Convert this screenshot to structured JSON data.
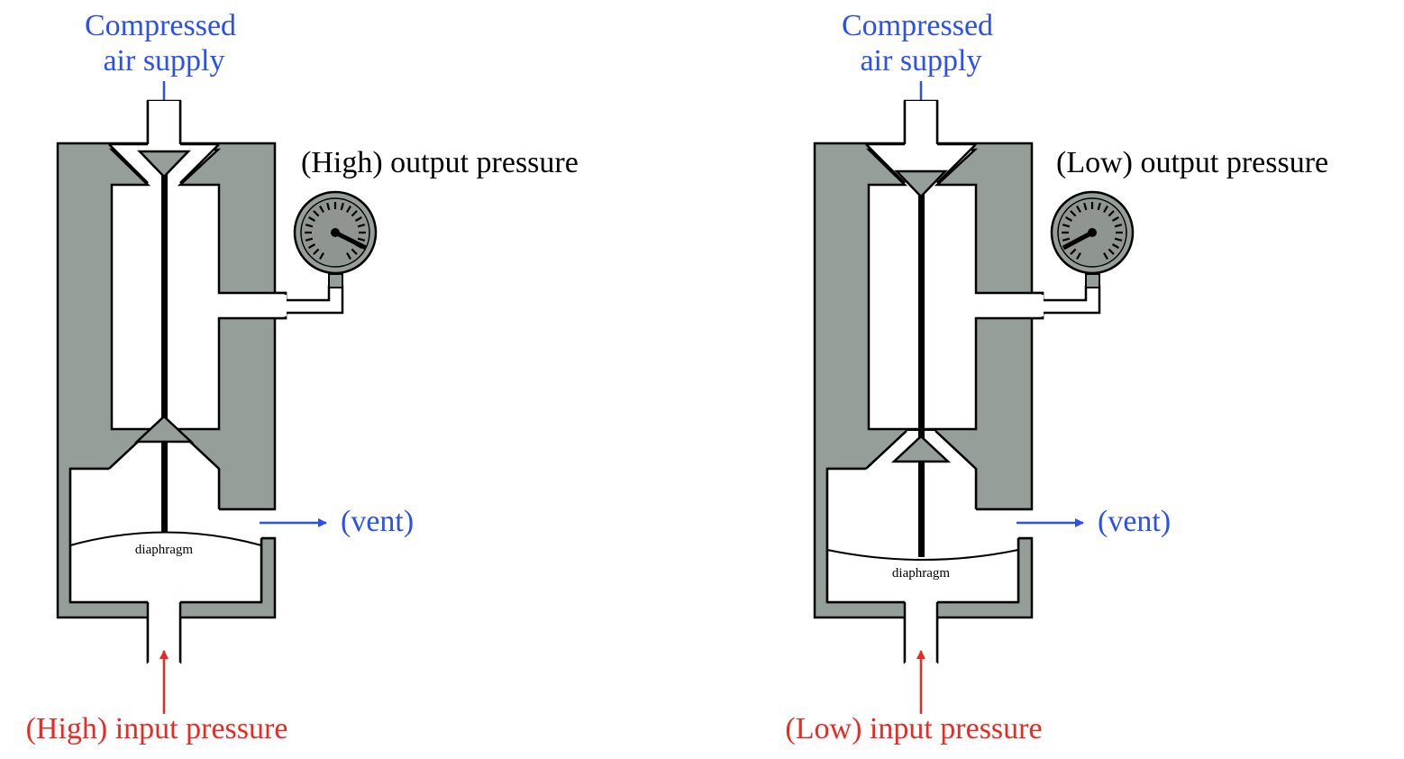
{
  "colors": {
    "body_fill": "#969e9a",
    "gauge_face": "#8f9690",
    "supply_text": "#2c4ff0",
    "input_text": "#ea2a22",
    "outline": "#000000"
  },
  "panels": [
    {
      "state": "high",
      "supply_label_line1": "Compressed",
      "supply_label_line2": "air supply",
      "output_label": "(High) output pressure",
      "vent_label": "(vent)",
      "diaphragm_label": "diaphragm",
      "input_label": "(High) input pressure"
    },
    {
      "state": "low",
      "supply_label_line1": "Compressed",
      "supply_label_line2": "air supply",
      "output_label": "(Low) output pressure",
      "vent_label": "(vent)",
      "diaphragm_label": "diaphragm",
      "input_label": "(Low) input pressure"
    }
  ]
}
